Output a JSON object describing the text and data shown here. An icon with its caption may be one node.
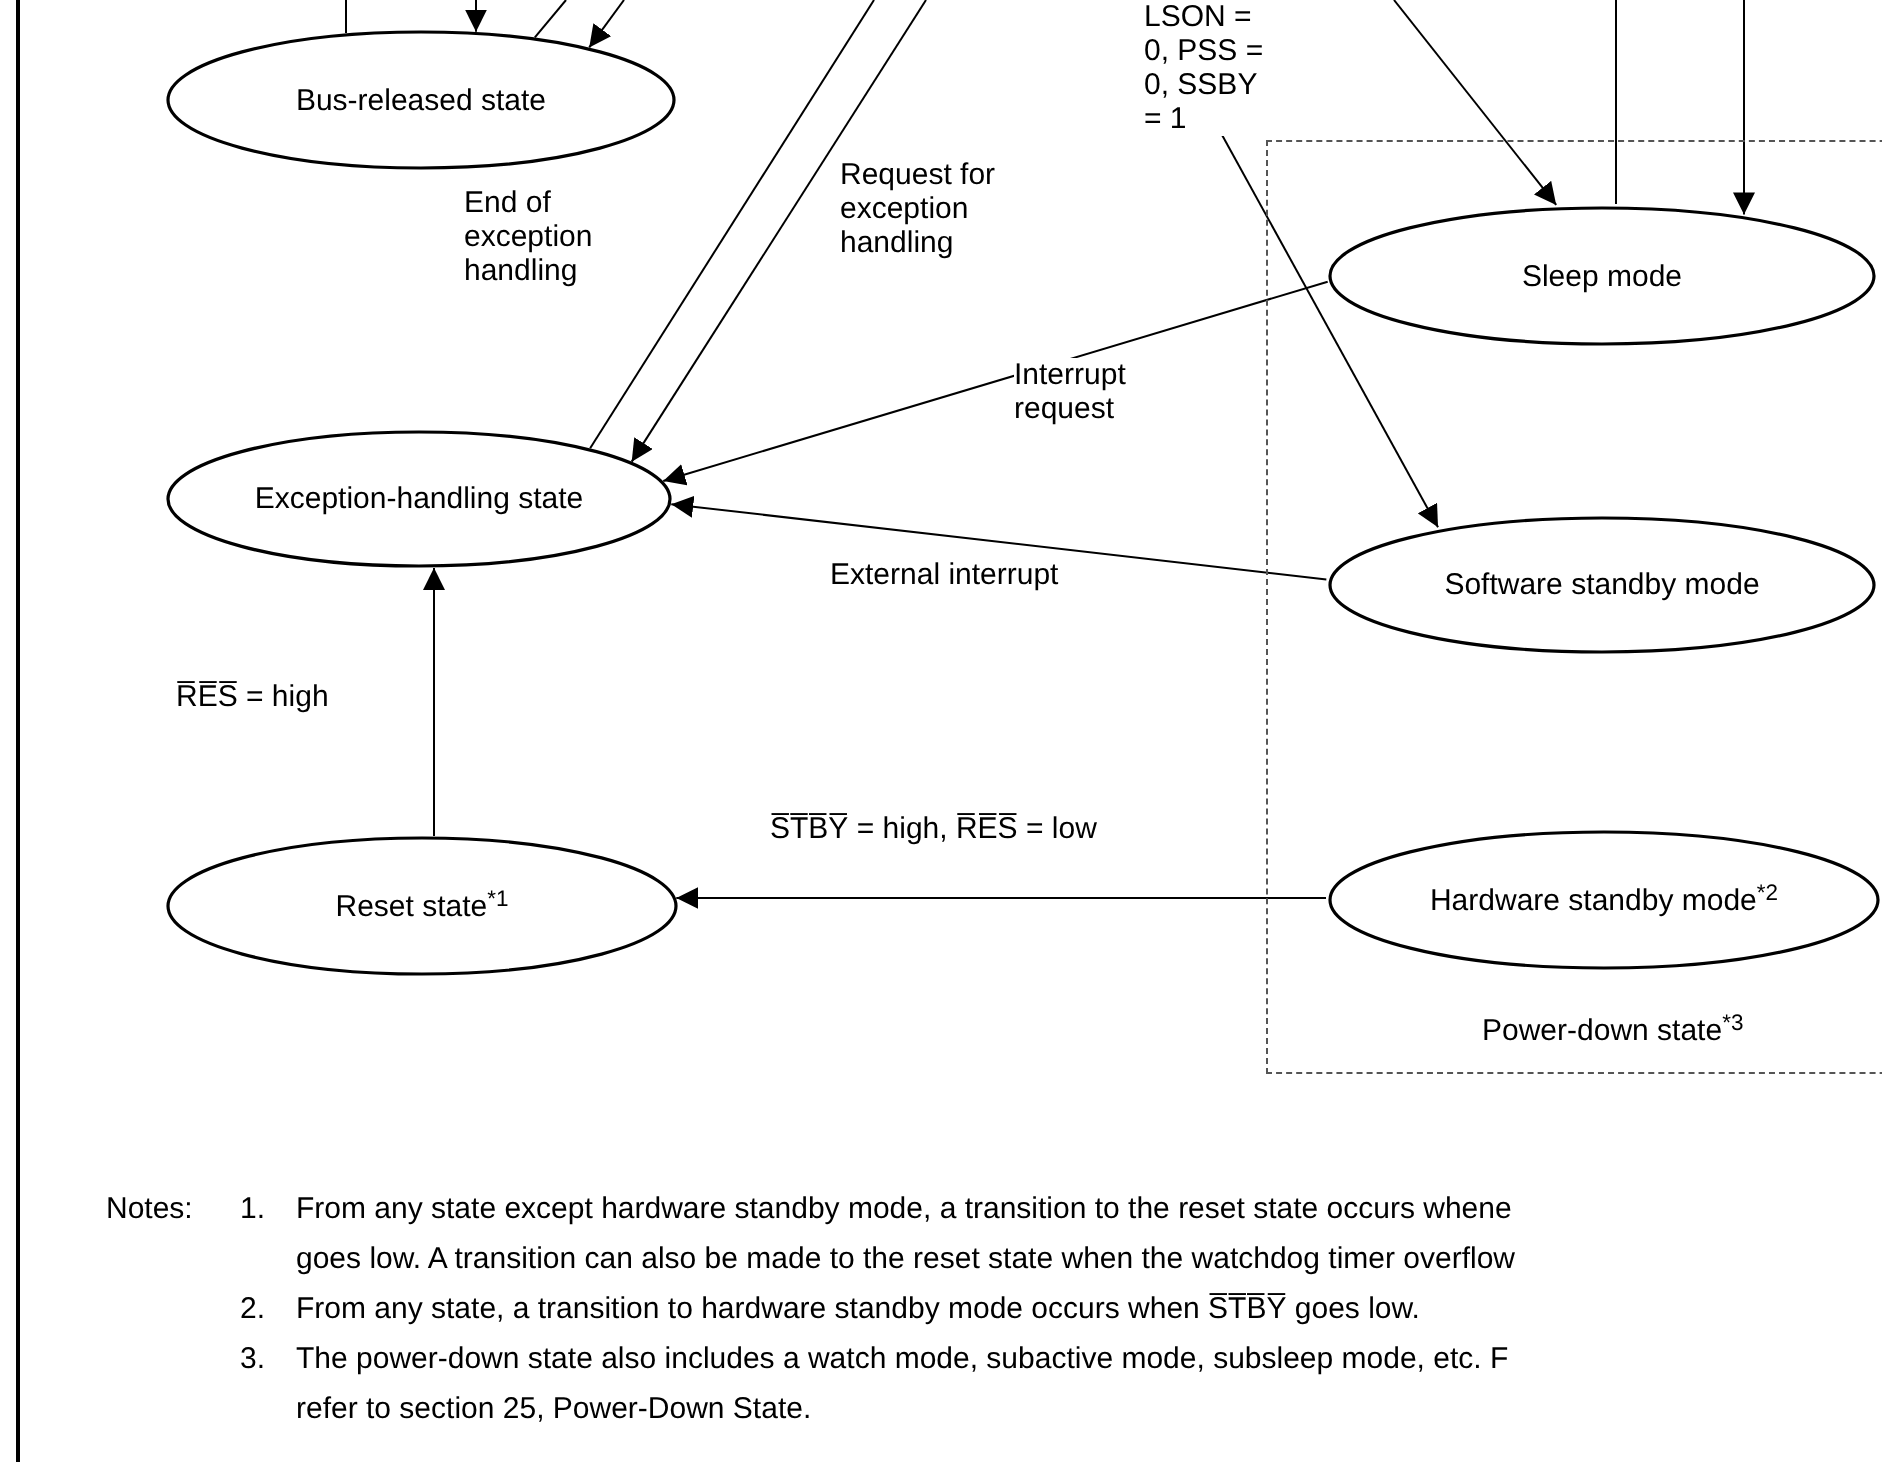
{
  "diagram": {
    "nodes": [
      {
        "text": [
          "Bus-released state"
        ]
      },
      {
        "text": [
          "Power-down state$^{*3}$"
        ]
      },
      {
        "text": [
          "Sleep mode"
        ],
        "in": 1
      },
      {
        "text": [
          "Exception-handling state"
        ]
      },
      {
        "text": [
          "Software standby mode"
        ],
        "in": 1
      },
      {
        "text": [
          "Reset state$^{*1}$"
        ]
      },
      {
        "text": [
          "Hardware standby mode$^{*2}$"
        ],
        "in": 1
      }
    ],
    "edges": [
      {
        "from": 0,
        "to": null,
        "arrow": "none"
      },
      {
        "from": null,
        "to": 0,
        "arrow": "to"
      },
      {
        "from": 0,
        "to": null,
        "arrow": "none"
      },
      {
        "from": null,
        "to": 0,
        "arrow": "to"
      },
      {
        "from": 3,
        "to": null,
        "arrow": "none",
        "label": "End of exception handling"
      },
      {
        "from": null,
        "to": 3,
        "arrow": "to",
        "label": "Request for exception handling"
      },
      {
        "from": null,
        "to": 2,
        "arrow": "to"
      },
      {
        "from": 2,
        "to": null,
        "arrow": "none"
      },
      {
        "from": null,
        "to": 2,
        "arrow": "to"
      },
      {
        "from": null,
        "to": 4,
        "arrow": "to",
        "label": "LSON = 0, PSS = 0, SSBY = 1"
      },
      {
        "from": 2,
        "to": 3,
        "arrow": "to",
        "label": "Interrupt request"
      },
      {
        "from": 4,
        "to": 3,
        "arrow": "to",
        "label": "External interrupt"
      },
      {
        "from": 5,
        "to": 3,
        "arrow": "to",
        "label": "R̅E̅S̅ = high"
      },
      {
        "from": 6,
        "to": 5,
        "arrow": "to",
        "label": "S̅T̅B̅Y̅ = high, R̅E̅S̅ = low"
      }
    ],
    "labels": [
      "Notes:",
      "1.",
      "From any state except hardware standby mode, a transition to the reset state occurs whene",
      "goes low. A transition can also be made to the reset state when the watchdog timer overflow",
      "2.",
      "From any state, a transition to hardware standby mode occurs when S̅T̅B̅Y̅ goes low.",
      "3.",
      "The power-down state also includes a watch mode, subactive mode, subsleep mode, etc. F",
      "refer to section 25, Power-Down State."
    ]
  }
}
